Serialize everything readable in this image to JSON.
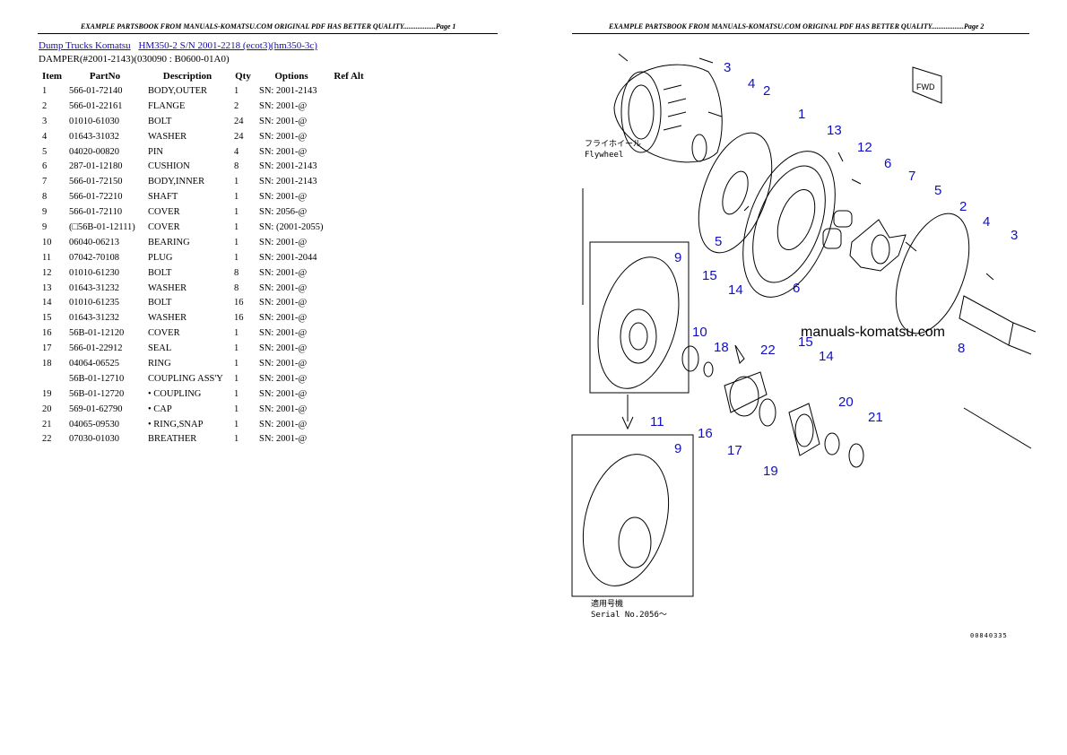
{
  "header": {
    "page1": "EXAMPLE PARTSBOOK FROM MANUALS-KOMATSU.COM ORIGINAL PDF HAS BETTER QUALITY..................Page 1",
    "page2": "EXAMPLE PARTSBOOK FROM MANUALS-KOMATSU.COM ORIGINAL PDF HAS BETTER QUALITY..................Page 2"
  },
  "breadcrumb": {
    "link1": "Dump Trucks Komatsu",
    "link2": "HM350-2 S/N 2001-2218 (ecot3)(hm350-3c)"
  },
  "subtitle": "DAMPER(#2001-2143)(030090 : B0600-01A0)",
  "table": {
    "headers": [
      "Item",
      "PartNo",
      "Description",
      "Qty",
      "Options",
      "Ref Alt"
    ],
    "rows": [
      [
        "1",
        "566-01-72140",
        "BODY,OUTER",
        "1",
        "SN: 2001-2143"
      ],
      [
        "2",
        "566-01-22161",
        "FLANGE",
        "2",
        "SN: 2001-@"
      ],
      [
        "3",
        "01010-61030",
        "BOLT",
        "24",
        "SN: 2001-@"
      ],
      [
        "4",
        "01643-31032",
        "WASHER",
        "24",
        "SN: 2001-@"
      ],
      [
        "5",
        "04020-00820",
        "PIN",
        "4",
        "SN: 2001-@"
      ],
      [
        "6",
        "287-01-12180",
        "CUSHION",
        "8",
        "SN: 2001-2143"
      ],
      [
        "7",
        "566-01-72150",
        "BODY,INNER",
        "1",
        "SN: 2001-2143"
      ],
      [
        "8",
        "566-01-72210",
        "SHAFT",
        "1",
        "SN: 2001-@"
      ],
      [
        "9",
        "566-01-72110",
        "COVER",
        "1",
        "SN: 2056-@"
      ],
      [
        "9",
        "(□56B-01-12111)",
        "COVER",
        "1",
        "SN: (2001-2055)"
      ],
      [
        "10",
        "06040-06213",
        "BEARING",
        "1",
        "SN: 2001-@"
      ],
      [
        "11",
        "07042-70108",
        "PLUG",
        "1",
        "SN: 2001-2044"
      ],
      [
        "12",
        "01010-61230",
        "BOLT",
        "8",
        "SN: 2001-@"
      ],
      [
        "13",
        "01643-31232",
        "WASHER",
        "8",
        "SN: 2001-@"
      ],
      [
        "14",
        "01010-61235",
        "BOLT",
        "16",
        "SN: 2001-@"
      ],
      [
        "15",
        "01643-31232",
        "WASHER",
        "16",
        "SN: 2001-@"
      ],
      [
        "16",
        "56B-01-12120",
        "COVER",
        "1",
        "SN: 2001-@"
      ],
      [
        "17",
        "566-01-22912",
        "SEAL",
        "1",
        "SN: 2001-@"
      ],
      [
        "18",
        "04064-06525",
        "RING",
        "1",
        "SN: 2001-@"
      ],
      [
        "",
        "56B-01-12710",
        "COUPLING ASS'Y",
        "1",
        "SN: 2001-@"
      ],
      [
        "19",
        "56B-01-12720",
        "• COUPLING",
        "1",
        "SN: 2001-@"
      ],
      [
        "20",
        "569-01-62790",
        "• CAP",
        "1",
        "SN: 2001-@"
      ],
      [
        "21",
        "04065-09530",
        "• RING,SNAP",
        "1",
        "SN: 2001-@"
      ],
      [
        "22",
        "07030-01030",
        "BREATHER",
        "1",
        "SN: 2001-@"
      ]
    ]
  },
  "diagram": {
    "watermark": "manuals-komatsu.com",
    "flywheel_label_jp": "フライホイール",
    "flywheel_label": "Flywheel",
    "serial_label_jp": "適用号機",
    "serial_label": "Serial No.2056〜",
    "fwd_label": "FWD",
    "drawing_code": "00840335",
    "callouts": [
      "3",
      "4",
      "2",
      "1",
      "13",
      "12",
      "6",
      "7",
      "5",
      "2",
      "4",
      "3",
      "5",
      "6",
      "8",
      "9",
      "15",
      "14",
      "10",
      "18",
      "22",
      "15",
      "14",
      "11",
      "16",
      "17",
      "20",
      "21",
      "19",
      "9"
    ]
  }
}
